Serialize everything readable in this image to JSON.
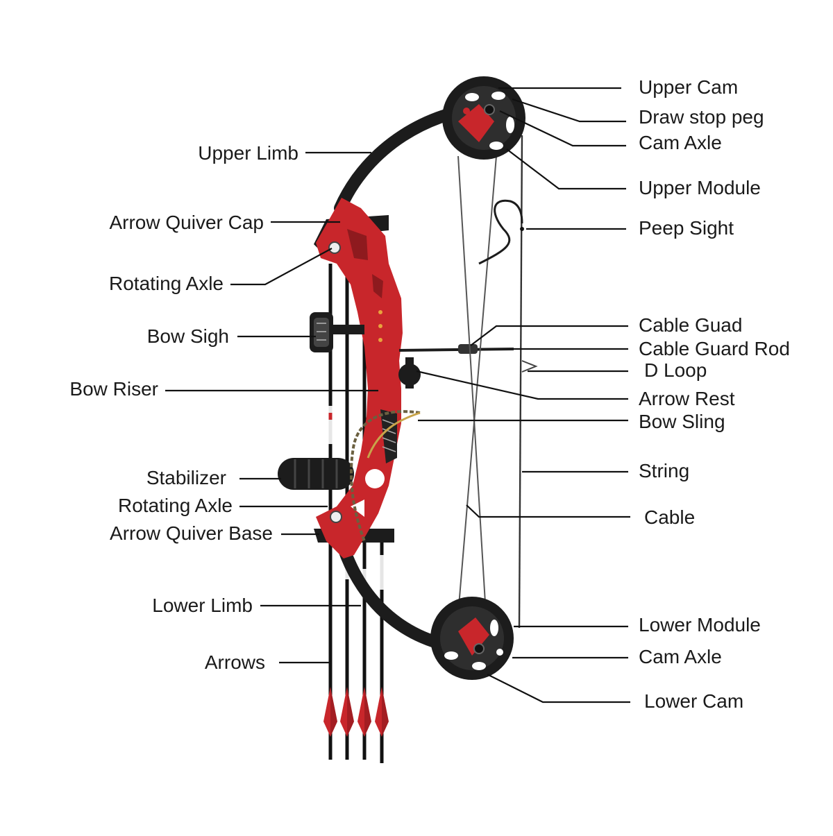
{
  "diagram": {
    "labels_left": {
      "upper_limb": "Upper Limb",
      "arrow_quiver_cap": "Arrow Quiver Cap",
      "rotating_axle_upper": "Rotating Axle",
      "bow_sigh": "Bow Sigh",
      "bow_riser": "Bow Riser",
      "stabilizer": "Stabilizer",
      "rotating_axle_lower": "Rotating Axle",
      "arrow_quiver_base": "Arrow Quiver Base",
      "lower_limb": "Lower Limb",
      "arrows": "Arrows"
    },
    "labels_right": {
      "upper_cam": "Upper Cam",
      "draw_stop_peg": "Draw stop peg",
      "cam_axle_upper": "Cam Axle",
      "upper_module": "Upper Module",
      "peep_sight": "Peep Sight",
      "cable_guad": "Cable Guad",
      "cable_guard_rod": "Cable Guard Rod",
      "d_loop": "D Loop",
      "arrow_rest": "Arrow Rest",
      "bow_sling": "Bow Sling",
      "string": "String",
      "cable": "Cable",
      "lower_module": "Lower Module",
      "cam_axle_lower": "Cam Axle",
      "lower_cam": "Lower Cam"
    },
    "colors": {
      "riser": "#c8262b",
      "limb": "#1c1c1c",
      "fletching": "#c8262b"
    }
  }
}
